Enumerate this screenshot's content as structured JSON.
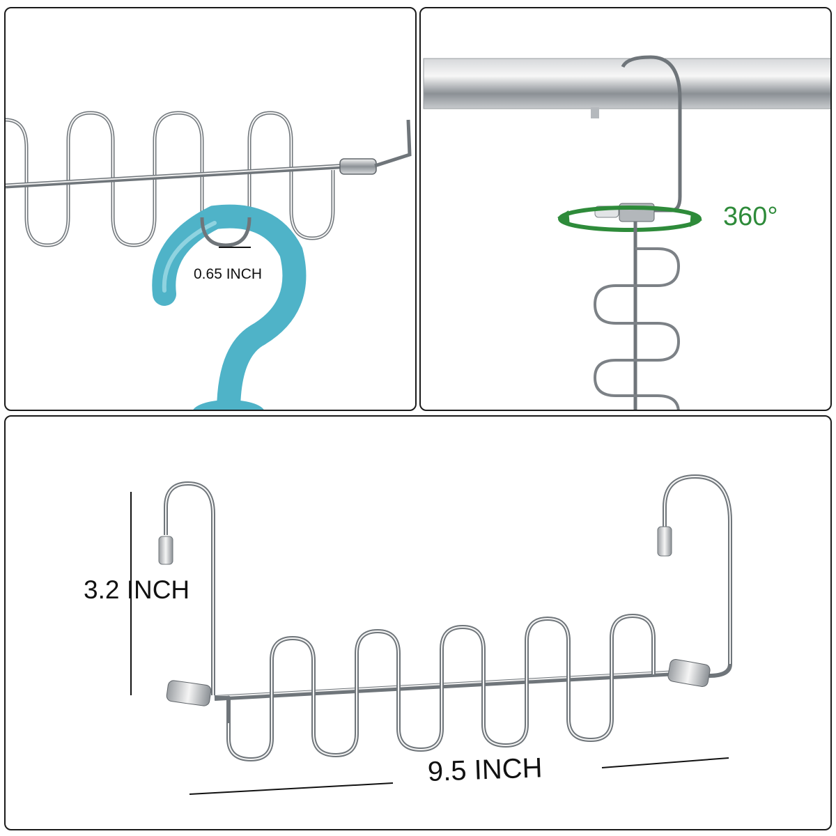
{
  "panels": {
    "hook_gap": {
      "label": "0.65 INCH",
      "hanger_color": "#4fb3c8",
      "metal_color": "#9ea3a8"
    },
    "rotation": {
      "label": "360°",
      "arrow_color": "#2e8b3a",
      "metal_color": "#9ea3a8"
    },
    "dimensions": {
      "height_label": "3.2 INCH",
      "width_label": "9.5 INCH",
      "metal_color": "#9ea3a8"
    }
  }
}
